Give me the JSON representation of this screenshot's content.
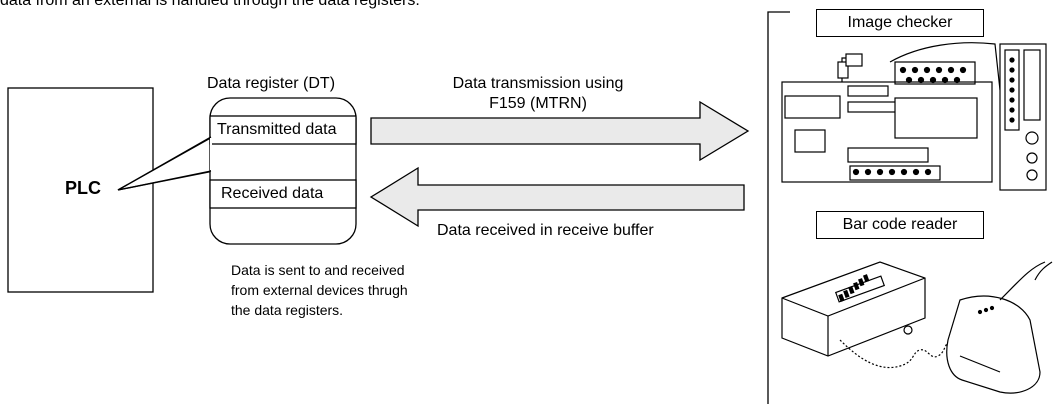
{
  "intro_text": "data from an external is handled through the data registers.",
  "plc_label": "PLC",
  "data_register": {
    "title": "Data register (DT)",
    "transmitted_label": "Transmitted data",
    "received_label": "Received data"
  },
  "transmission": {
    "line1": "Data transmission using",
    "line2": "F159 (MTRN)"
  },
  "reception_label": "Data received in receive buffer",
  "note_lines": [
    "Data is sent to and received",
    "from external devices thrugh",
    "the data registers."
  ],
  "devices": {
    "image_checker": "Image checker",
    "bar_code_reader": "Bar code reader"
  },
  "colors": {
    "arrow_fill": "#eaeaea",
    "stroke": "#000000"
  }
}
